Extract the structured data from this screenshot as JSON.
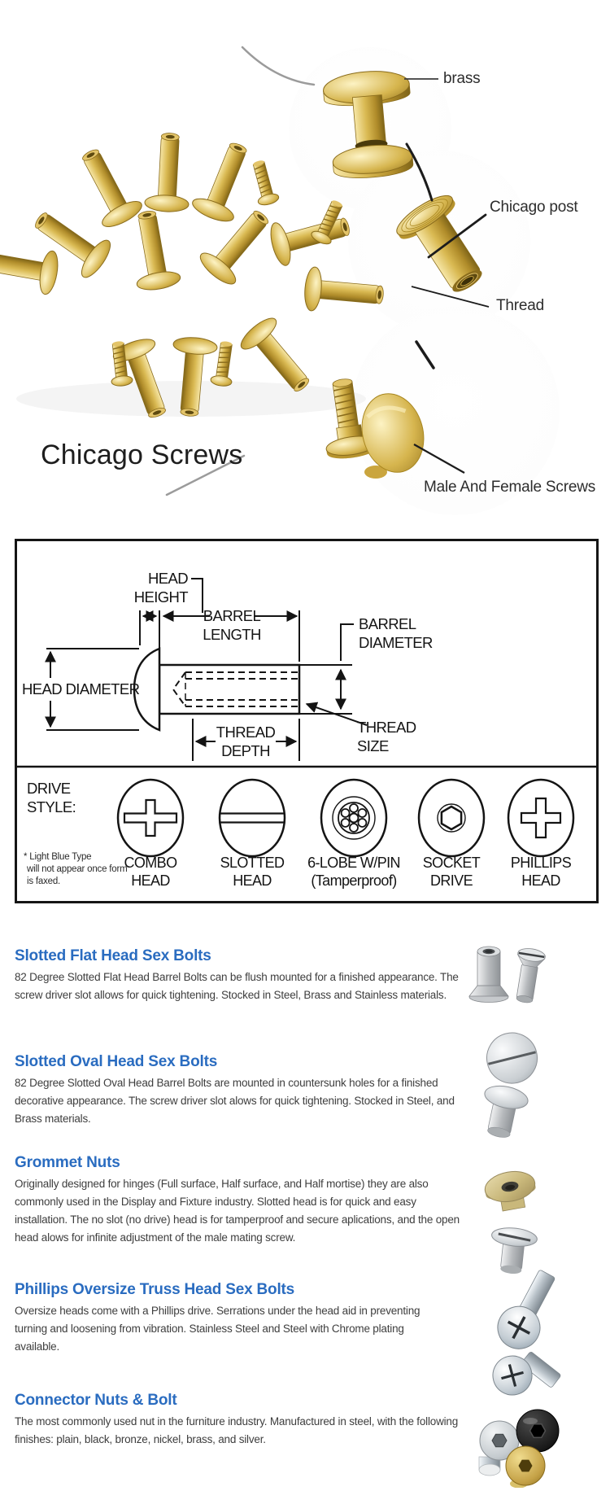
{
  "page": {
    "title": "Chicago Screws"
  },
  "hero": {
    "labels": {
      "brass": "brass",
      "chicago_post": "Chicago post",
      "thread": "Thread",
      "male_female": "Male And Female Screws"
    }
  },
  "diagram": {
    "head_height": [
      "HEAD",
      "HEIGHT"
    ],
    "barrel_length": [
      "BARREL",
      "LENGTH"
    ],
    "barrel_diameter": [
      "BARREL",
      "DIAMETER"
    ],
    "head_diameter": "HEAD DIAMETER",
    "thread_depth": [
      "THREAD",
      "DEPTH"
    ],
    "thread_size": [
      "THREAD",
      "SIZE"
    ],
    "drive_style": [
      "DRIVE",
      "STYLE:"
    ],
    "drives": [
      {
        "icon": "combo-head-drive-icon",
        "label": [
          "COMBO",
          "HEAD"
        ]
      },
      {
        "icon": "slotted-head-drive-icon",
        "label": [
          "SLOTTED",
          "HEAD"
        ]
      },
      {
        "icon": "6-lobe-w-pin-drive-icon",
        "label": [
          "6-LOBE W/PIN",
          "(Tamperproof)"
        ]
      },
      {
        "icon": "socket-drive-icon",
        "label": [
          "SOCKET",
          "DRIVE"
        ]
      },
      {
        "icon": "phillips-head-drive-icon",
        "label": [
          "PHILLIPS",
          "HEAD"
        ]
      }
    ],
    "footnote": [
      "* Light Blue Type",
      "will not appear once form",
      "is faxed."
    ]
  },
  "sections": [
    {
      "heading": "Slotted Flat Head Sex Bolts",
      "body": "82 Degree Slotted Flat Head Barrel Bolts can be flush mounted for a finished appearance. The screw driver slot allows for quick tightening. Stocked in Steel, Brass and Stainless materials.",
      "image": "slotted-flat-head-bolts-photo"
    },
    {
      "heading": "Slotted Oval Head Sex Bolts",
      "body": "82 Degree Slotted Oval Head Barrel Bolts are mounted in countersunk holes for a finished decorative appearance. The screw driver slot alows for quick tightening. Stocked in Steel, and Brass materials.",
      "image": "slotted-oval-head-bolts-photo"
    },
    {
      "heading": "Grommet Nuts",
      "body": "Originally designed for hinges (Full surface, Half surface, and Half mortise) they are also commonly used in the Display and Fixture industry. Slotted head is for quick and easy installation. The no slot (no drive) head is for tamperproof and secure aplications, and the open head alows for infinite adjustment of the male mating screw.",
      "image": "grommet-nuts-photo"
    },
    {
      "heading": "Phillips Oversize Truss Head Sex Bolts",
      "body": "Oversize heads come with a Phillips drive. Serrations under the head aid in preventing turning and loosening from vibration. Stainless Steel and Steel with Chrome plating available.",
      "image": "phillips-truss-head-bolts-photo"
    },
    {
      "heading": "Connector Nuts & Bolt",
      "body": "The most commonly used nut in the furniture industry. Manufactured in steel, with the following finishes: plain, black, bronze, nickel, brass, and silver.",
      "image": "connector-nuts-photo"
    }
  ],
  "colors": {
    "heading_blue": "#2a6cc0",
    "body_text": "#3e3e3e",
    "diagram_line": "#141414",
    "brass": "#c9a43c",
    "steel": "#b4b8bb"
  }
}
